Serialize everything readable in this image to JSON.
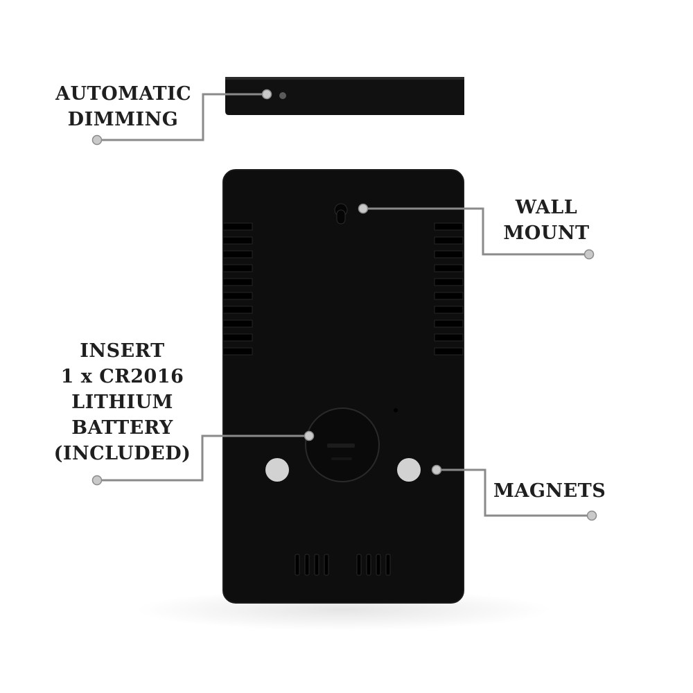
{
  "colors": {
    "device_body": "#0e0e0e",
    "device_body_edge": "#1b1b1b",
    "leader_line": "#8a8a8a",
    "node_fill": "#c9c9c9",
    "magnet_fill": "#d2d2d2",
    "label_text": "#1f1f1f"
  },
  "callouts": {
    "automatic_dimming": {
      "lines": [
        "AUTOMATIC",
        "DIMMING"
      ]
    },
    "wall_mount": {
      "lines": [
        "WALL",
        "MOUNT"
      ]
    },
    "battery": {
      "lines": [
        "INSERT",
        "1 x CR2016",
        "LITHIUM",
        "BATTERY",
        "(INCLUDED)"
      ]
    },
    "magnets": {
      "lines": [
        "MAGNETS"
      ]
    }
  },
  "device": {
    "vent_slots_per_side": 10,
    "bottom_vent_groups": 2,
    "bottom_vent_slots_per_group": 4,
    "magnet_count": 2,
    "icons": [
      "light-sensor-icon",
      "keyhole-icon",
      "battery-cover-icon",
      "magnet-icon",
      "vent-icon"
    ]
  }
}
